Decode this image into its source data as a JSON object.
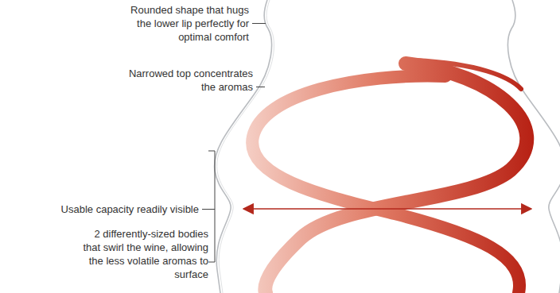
{
  "diagram": {
    "labels": [
      "Rounded shape that hugs the lower lip perfectly for optimal comfort",
      "Narrowed top concentrates the aromas",
      "Usable capacity readily visible",
      "2 differently-sized bodies that swirl the wine, allowing the less volatile aromas to surface"
    ]
  }
}
